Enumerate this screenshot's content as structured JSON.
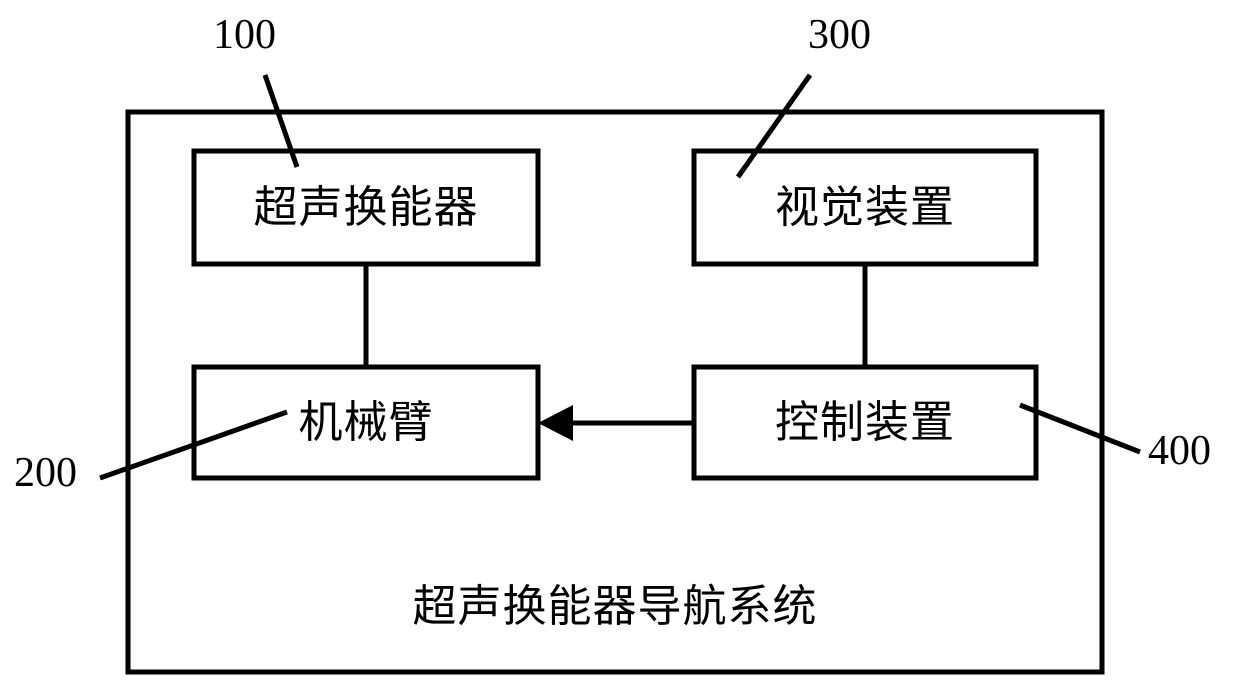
{
  "figure": {
    "type": "block-diagram",
    "caption": "超声换能器导航系统",
    "stroke_color": "#000000",
    "background_color": "#ffffff"
  },
  "outer_container": {
    "name": "超声换能器导航系统",
    "caption": "超声换能器导航系统"
  },
  "blocks": [
    {
      "id": "ultrasonic-transducer",
      "label": "超声换能器",
      "ref": "100"
    },
    {
      "id": "vision-device",
      "label": "视觉装置",
      "ref": "300"
    },
    {
      "id": "robotic-arm",
      "label": "机械臂",
      "ref": "200"
    },
    {
      "id": "control-device",
      "label": "控制装置",
      "ref": "400"
    }
  ],
  "reference_numerals": {
    "transducer": "100",
    "vision": "300",
    "arm": "200",
    "control": "400"
  },
  "connections": [
    {
      "from": "超声换能器",
      "to": "机械臂",
      "style": "line",
      "direction": "none"
    },
    {
      "from": "视觉装置",
      "to": "控制装置",
      "style": "line",
      "direction": "none"
    },
    {
      "from": "控制装置",
      "to": "机械臂",
      "style": "arrow",
      "direction": "left"
    }
  ]
}
